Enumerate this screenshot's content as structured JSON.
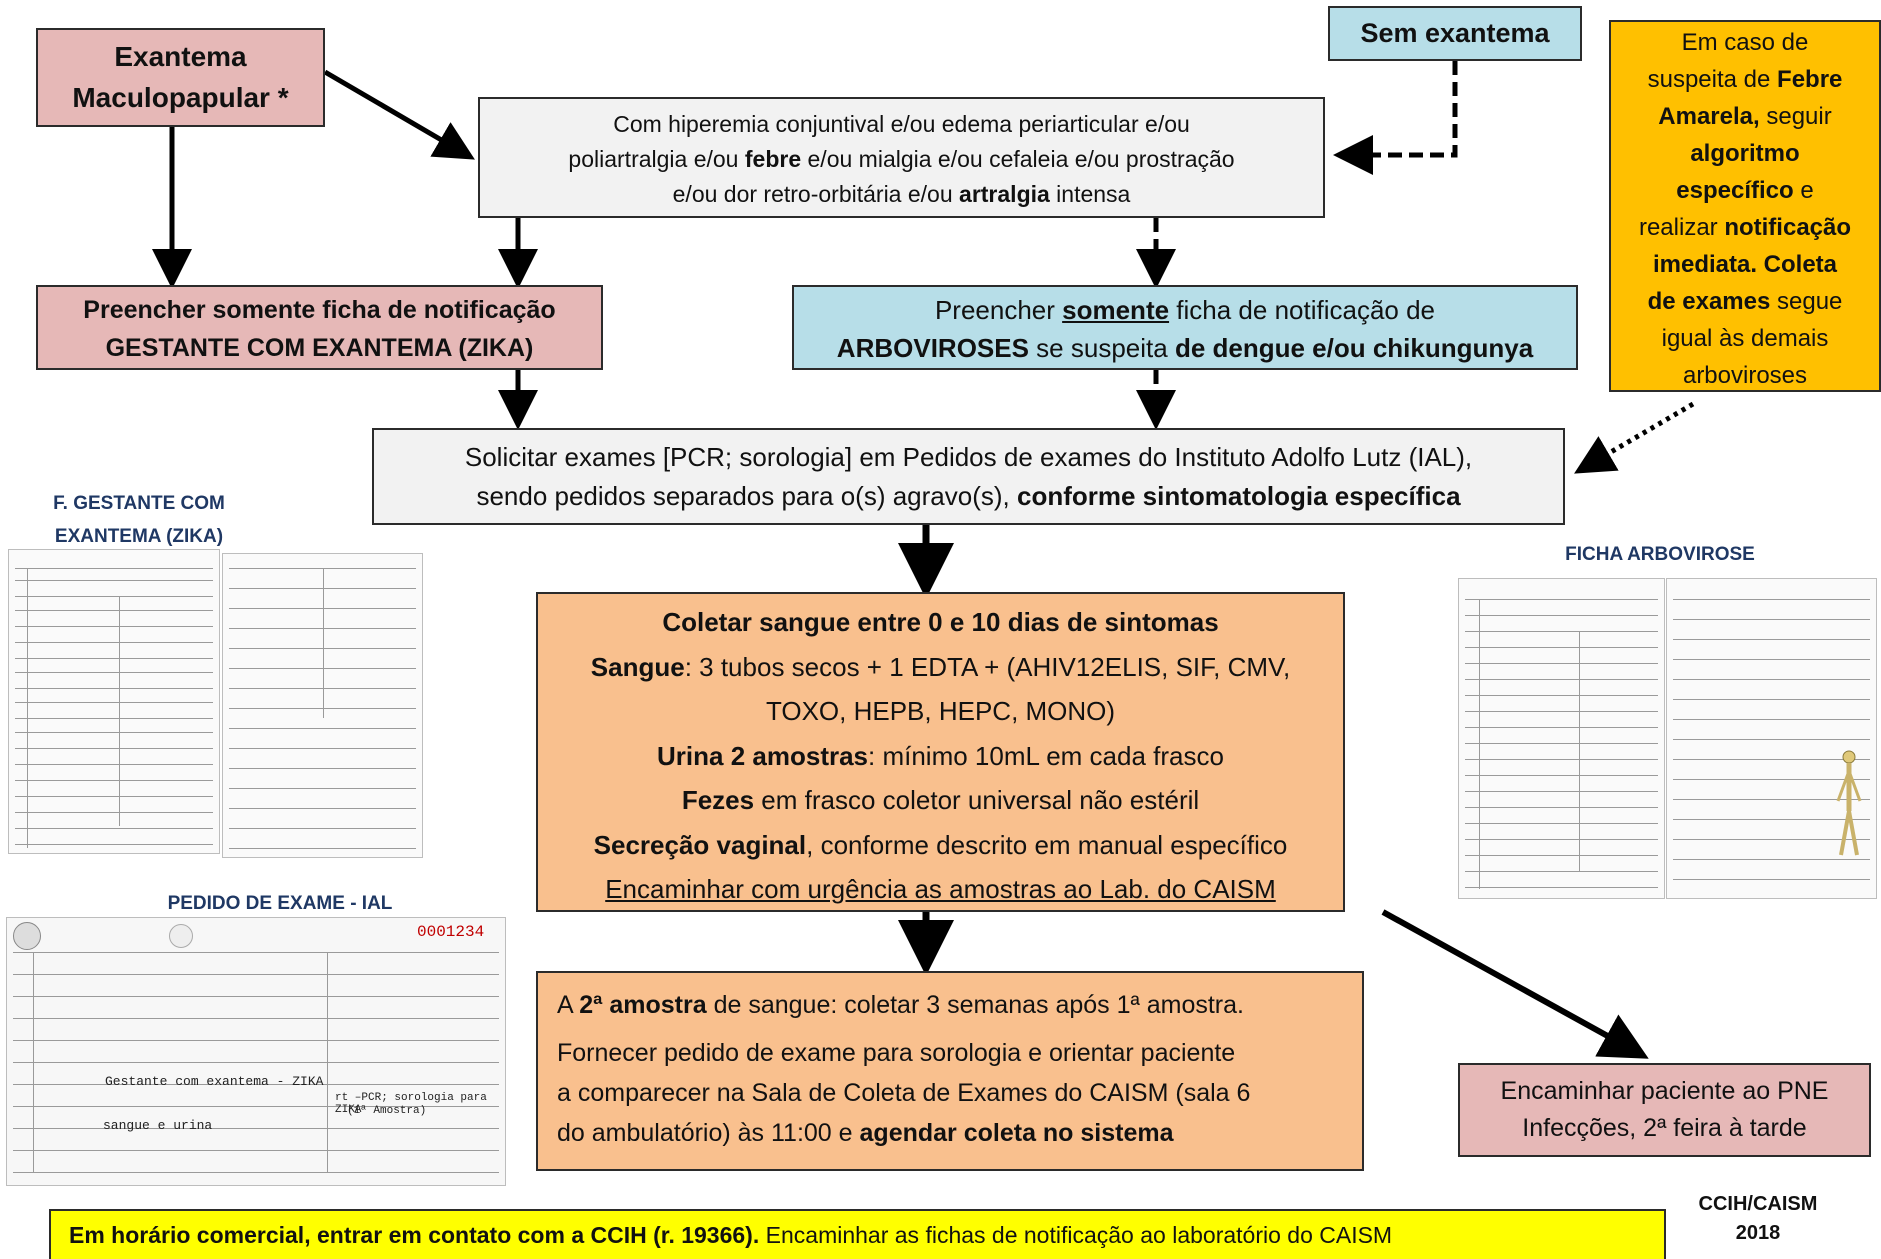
{
  "exantema_box": {
    "line1": "Exantema",
    "line2": "Maculopapular *"
  },
  "sem_exantema_box": {
    "text": "Sem exantema"
  },
  "symptoms_box": {
    "l1": "Com hiperemia conjuntival e/ou edema periarticular  e/ou",
    "l2_a": "poliartralgia e/ou ",
    "l2_b": "febre",
    "l2_c": " e/ou mialgia e/ou cefaleia e/ou prostração",
    "l3_a": "e/ou dor retro-orbitária e/ou ",
    "l3_b": "artralgia",
    "l3_c": " intensa"
  },
  "febre_amarela_box": {
    "l1": "Em caso de",
    "l2_a": "suspeita de ",
    "l2_b": "Febre",
    "l3_a": "Amarela,",
    "l3_b": " seguir",
    "l4": "algoritmo",
    "l5_a": "específico",
    "l5_b": "  e",
    "l6_a": "realizar ",
    "l6_b": "notificação",
    "l7": "imediata. Coleta",
    "l8_a": "de exames",
    "l8_b": " segue",
    "l9": "igual às demais",
    "l10": "arboviroses"
  },
  "zika_box": {
    "l1": "Preencher somente ficha de notificação",
    "l2": "GESTANTE COM EXANTEMA (ZIKA)"
  },
  "arbo_box": {
    "l1_a": "Preencher ",
    "l1_b": "somente",
    "l1_c": " ficha de notificação de",
    "l2_a": "ARBOVIROSES",
    "l2_b": " se suspeita ",
    "l2_c": "de dengue e/ou chikungunya"
  },
  "solicitar_box": {
    "l1": "Solicitar exames [PCR; sorologia] em Pedidos de exames do Instituto Adolfo Lutz (IAL),",
    "l2_a": "sendo pedidos separados para o(s) agravo(s), ",
    "l2_b": "conforme sintomatologia específica"
  },
  "coleta_box": {
    "l1": "Coletar sangue entre  0 e 10 dias de sintomas",
    "l2_a": "Sangue",
    "l2_b": ": 3 tubos secos + 1 EDTA + (AHIV12ELIS, SIF, CMV,",
    "l3": "TOXO, HEPB, HEPC, MONO)",
    "l4_a": "Urina 2 amostras",
    "l4_b": ": mínimo 10mL em cada frasco",
    "l5_a": "Fezes",
    "l5_b": " em frasco coletor universal não estéril",
    "l6_a": "Secreção vaginal",
    "l6_b": ", conforme descrito em manual específico",
    "l7": "Encaminhar com urgência as amostras ao Lab. do CAISM"
  },
  "segunda_box": {
    "l1_a": "A ",
    "l1_b": "2ª amostra",
    "l1_c": " de sangue: coletar 3 semanas após 1ª amostra.",
    "l2": "Fornecer pedido de exame para sorologia e orientar paciente",
    "l3": "a comparecer na Sala de Coleta de Exames do CAISM (sala 6",
    "l4_a": "do ambulatório) às 11:00 e ",
    "l4_b": "agendar coleta no sistema"
  },
  "pne_box": {
    "l1": "Encaminhar paciente ao PNE",
    "l2": "Infecções, 2ª feira à tarde"
  },
  "footer_box": {
    "bold": "Em horário comercial, entrar em contato com a CCIH (r. 19366).",
    "normal": " Encaminhar as fichas de notificação ao laboratório do CAISM"
  },
  "credit": {
    "l1": "CCIH/CAISM",
    "l2": "2018"
  },
  "labels": {
    "gestante_l1": "F. GESTANTE COM",
    "gestante_l2": "EXANTEMA (ZIKA)",
    "arbovirose": "FICHA ARBOVIROSE",
    "pedido": "PEDIDO DE EXAME - IAL"
  },
  "pedido_form": {
    "number": "0001234",
    "f1": "Gestante com exantema - ZIKA",
    "f2": "rt –PCR; sorologia para ZIKA",
    "f3": "(1ª Amostra)",
    "f4": "sangue e urina"
  },
  "colors": {
    "pink": "#e6b8b7",
    "blue": "#b7dee8",
    "grey": "#f2f2f2",
    "orange": "#f9c08e",
    "gold": "#ffc000",
    "yellow": "#ffff00"
  }
}
